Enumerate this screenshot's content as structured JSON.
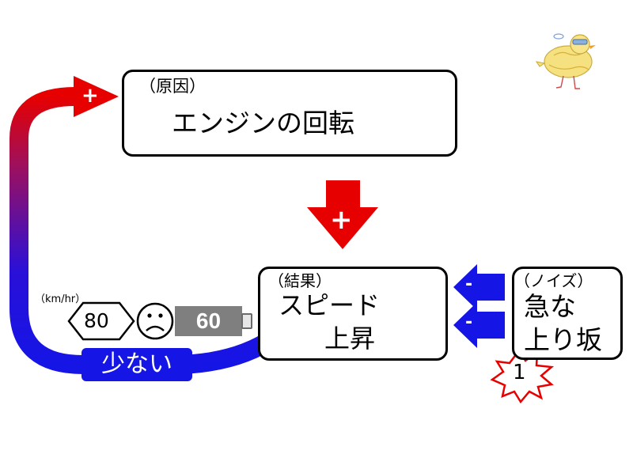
{
  "cause": {
    "label": "（原因）",
    "text": "エンジンの回転"
  },
  "effect": {
    "label": "（結果）",
    "line1": "スピード",
    "line2": "上昇"
  },
  "noise": {
    "label": "（ノイズ）",
    "line1": "急な",
    "line2": "上り坂",
    "badge": "1"
  },
  "feedback": {
    "label": "少ない"
  },
  "signs": {
    "plus_loop": "+",
    "plus_main": "+",
    "minus_upper": "-",
    "minus_lower": "-"
  },
  "speed": {
    "unit": "（km/hr）",
    "limit": "80",
    "current": "60"
  },
  "colors": {
    "red": "#e60000",
    "blue": "#1515e6",
    "gray": "#7f7f7f"
  }
}
